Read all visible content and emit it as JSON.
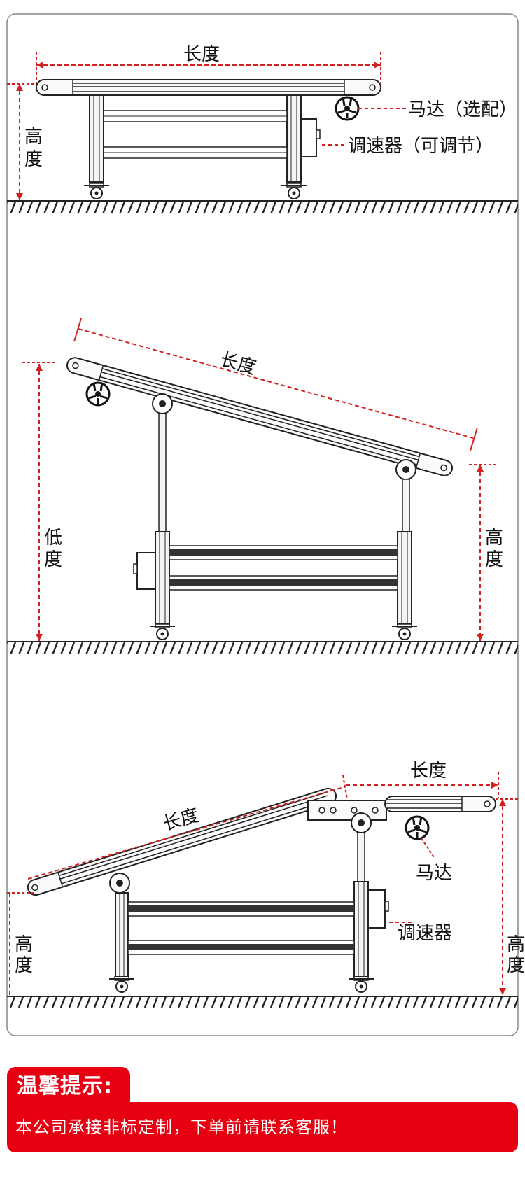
{
  "colors": {
    "accent_red": "#e60012",
    "dimension_red": "#d32020",
    "line": "#222222",
    "frame_fill": "#f4f4f4",
    "belt_dark": "#333333"
  },
  "panel1": {
    "length_label": "长度",
    "height_label": [
      "高",
      "度"
    ],
    "motor_label": "马达（选配）",
    "speed_label": "调速器（可调节）"
  },
  "panel2": {
    "length_label": "长度",
    "low_label": [
      "低",
      "度"
    ],
    "height_label": [
      "高",
      "度"
    ]
  },
  "panel3": {
    "length_left_label": "长度",
    "length_right_label": "长度",
    "left_height_label": [
      "高",
      "度"
    ],
    "right_height_label": [
      "高",
      "度"
    ],
    "motor_label": "马达",
    "speed_label": "调速器"
  },
  "notice": {
    "title": "温馨提示:",
    "body": "本公司承接非标定制，下单前请联系客服！"
  }
}
